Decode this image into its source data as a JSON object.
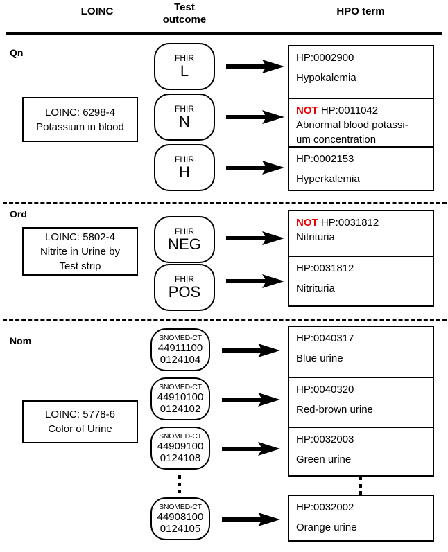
{
  "headers": {
    "loinc": "LOINC",
    "outcome_line1": "Test",
    "outcome_line2": "outcome",
    "hpo": "HPO term"
  },
  "colors": {
    "negation": "#ee0000",
    "line": "#000000",
    "background": "#ffffff"
  },
  "sections": [
    {
      "label": "Qn",
      "loinc": {
        "line1": "LOINC: 6298-4",
        "line2": "Potassium in blood",
        "line3": ""
      },
      "rows": [
        {
          "code_system": "FHIR",
          "code_value": "L",
          "arrow": "arrow-right-icon",
          "hpo_not": "",
          "hpo_id": "HP:0002900",
          "hpo_label": "Hypokalemia"
        },
        {
          "code_system": "FHIR",
          "code_value": "N",
          "arrow": "arrow-right-icon",
          "hpo_not": "NOT",
          "hpo_id": "HP:0011042",
          "hpo_label": "Abnormal blood potassi-\num concentration"
        },
        {
          "code_system": "FHIR",
          "code_value": "H",
          "arrow": "arrow-right-icon",
          "hpo_not": "",
          "hpo_id": "HP:0002153",
          "hpo_label": "Hyperkalemia"
        }
      ]
    },
    {
      "label": "Ord",
      "loinc": {
        "line1": "LOINC: 5802-4",
        "line2": "Nitrite in Urine by",
        "line3": "Test strip"
      },
      "rows": [
        {
          "code_system": "FHIR",
          "code_value": "NEG",
          "arrow": "arrow-right-icon",
          "hpo_not": "NOT",
          "hpo_id": "HP:0031812",
          "hpo_label": "Nitrituria"
        },
        {
          "code_system": "FHIR",
          "code_value": "POS",
          "arrow": "arrow-right-icon",
          "hpo_not": "",
          "hpo_id": "HP:0031812",
          "hpo_label": "Nitrituria"
        }
      ]
    },
    {
      "label": "Nom",
      "loinc": {
        "line1": "LOINC: 5778-6",
        "line2": "Color of Urine",
        "line3": ""
      },
      "rows": [
        {
          "code_system": "SNOMED-CT",
          "code_value_line1": "44911100",
          "code_value_line2": "0124104",
          "arrow": "arrow-right-icon",
          "hpo_not": "",
          "hpo_id": "HP:0040317",
          "hpo_label": "Blue urine"
        },
        {
          "code_system": "SNOMED-CT",
          "code_value_line1": "44910100",
          "code_value_line2": "0124102",
          "arrow": "arrow-right-icon",
          "hpo_not": "",
          "hpo_id": "HP:0040320",
          "hpo_label": "Red-brown urine"
        },
        {
          "code_system": "SNOMED-CT",
          "code_value_line1": "44909100",
          "code_value_line2": "0124108",
          "arrow": "arrow-right-icon",
          "hpo_not": "",
          "hpo_id": "HP:0032003",
          "hpo_label": "Green urine"
        },
        {
          "code_system": "SNOMED-CT",
          "code_value_line1": "44908100",
          "code_value_line2": "0124105",
          "arrow": "arrow-right-icon",
          "hpo_not": "",
          "hpo_id": "HP:0032002",
          "hpo_label": "Orange urine"
        }
      ],
      "ellipsis": "vertical-ellipsis"
    }
  ]
}
